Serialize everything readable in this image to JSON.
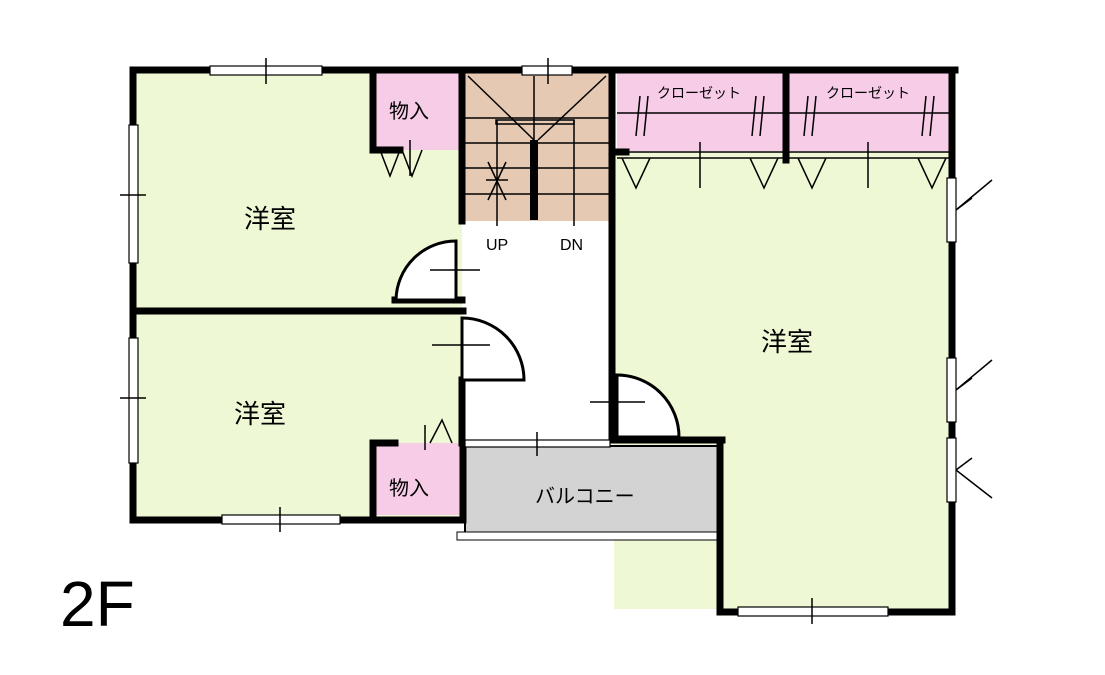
{
  "floor": "2F",
  "rooms": {
    "bedroom_top_left": "洋室",
    "bedroom_bottom_left": "洋室",
    "bedroom_right": "洋室",
    "storage_top": "物入",
    "storage_bottom": "物入",
    "closet_1": "クローゼット",
    "closet_2": "クローゼット",
    "balcony": "バルコニー"
  },
  "stairs": {
    "up": "UP",
    "down": "DN"
  },
  "colors": {
    "room": "#eef8d4",
    "storage": "#f7cce6",
    "stairs": "#e6c9b3",
    "balcony": "#d3d3d3",
    "hall": "#ffffff",
    "wall": "#000000"
  }
}
